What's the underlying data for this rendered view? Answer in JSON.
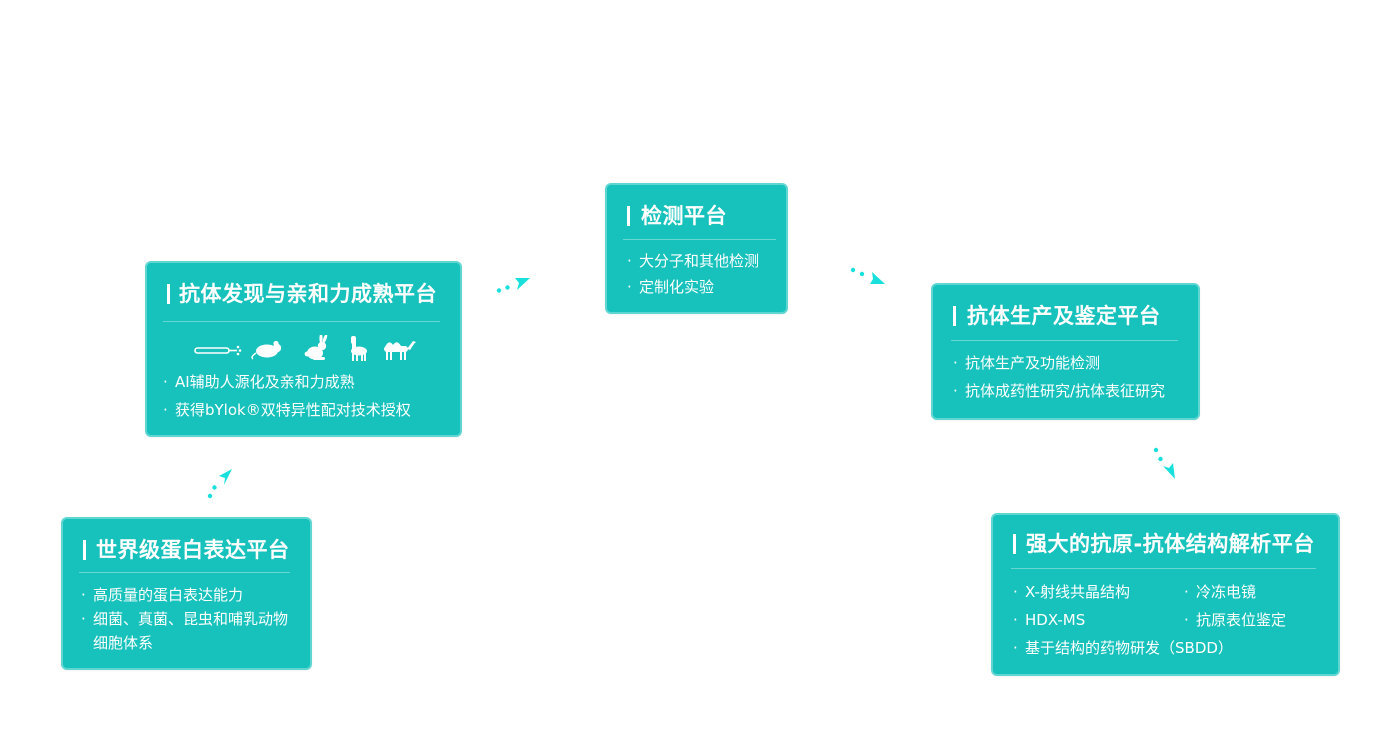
{
  "colors": {
    "card_bg": "#17c1bc",
    "card_border": "#5fd6d1",
    "arrow": "#19e0dc",
    "text": "#ffffff"
  },
  "cards": {
    "discovery": {
      "title": "抗体发现与亲和力成熟平台",
      "animal_icons": [
        "phage-icon",
        "mouse-icon",
        "rabbit-icon",
        "alpaca-icon",
        "camel-icon"
      ],
      "items": [
        "AI辅助人源化及亲和力成熟",
        "获得bYlok®双特异性配对技术授权"
      ]
    },
    "detection": {
      "title": "检测平台",
      "items": [
        "大分子和其他检测",
        "定制化实验"
      ]
    },
    "production": {
      "title": "抗体生产及鉴定平台",
      "items": [
        "抗体生产及功能检测",
        "抗体成药性研究/抗体表征研究"
      ]
    },
    "expression": {
      "title": "世界级蛋白表达平台",
      "items": [
        "高质量的蛋白表达能力",
        "细菌、真菌、昆虫和哺乳动物细胞体系"
      ]
    },
    "structure": {
      "title": "强大的抗原-抗体结构解析平台",
      "items": [
        "X-射线共晶结构",
        "冷冻电镜",
        "HDX-MS",
        "抗原表位鉴定",
        "基于结构的药物研发（SBDD）"
      ]
    }
  },
  "bullet": "·"
}
